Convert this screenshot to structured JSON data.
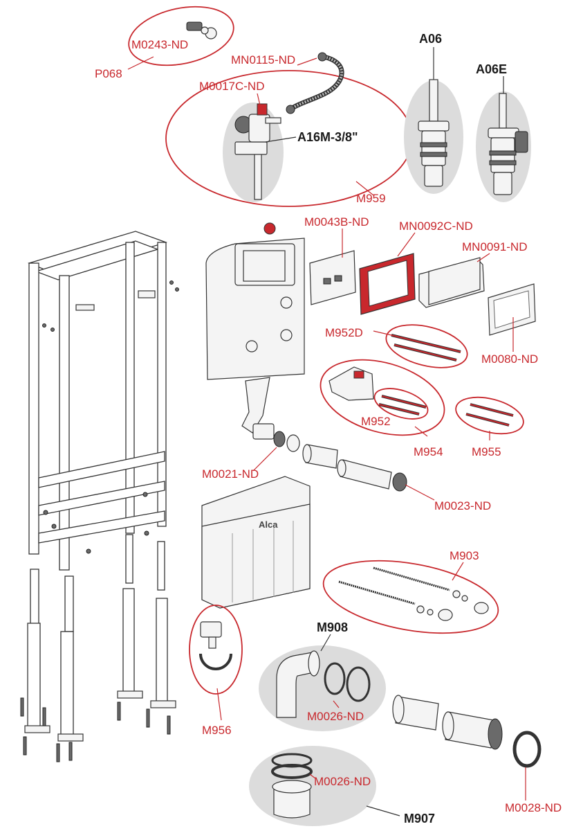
{
  "labels": {
    "p068": "P068",
    "m0243": "M0243-ND",
    "mn0115": "MN0115-ND",
    "m0017c": "M0017C-ND",
    "a16m": "A16M-3/8\"",
    "m959": "M959",
    "a06": "A06",
    "a06e": "A06E",
    "m0043b": "M0043B-ND",
    "mn0092c": "MN0092C-ND",
    "mn0091": "MN0091-ND",
    "m952d": "M952D",
    "m0080": "M0080-ND",
    "m952": "M952",
    "m954": "M954",
    "m955": "M955",
    "m0021": "M0021-ND",
    "m0023": "M0023-ND",
    "m903": "M903",
    "m908": "M908",
    "m956": "M956",
    "m0026a": "M0026-ND",
    "m0026b": "M0026-ND",
    "m907": "M907",
    "m0028": "M0028-ND"
  },
  "brand": {
    "logo_text": "Alca"
  },
  "colors": {
    "accent_red": "#c8282d",
    "grey_fill": "#dcdcdc",
    "line": "#333333"
  }
}
